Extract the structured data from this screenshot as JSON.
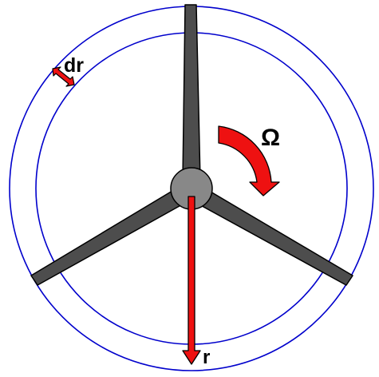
{
  "labels": {
    "dr": "dr",
    "omega": "Ω",
    "r": "r"
  },
  "colors": {
    "circle": "#0000cc",
    "blade": "#4d4d4d",
    "hub": "#888888",
    "arrow": "#ee1111",
    "outline": "#000000"
  }
}
